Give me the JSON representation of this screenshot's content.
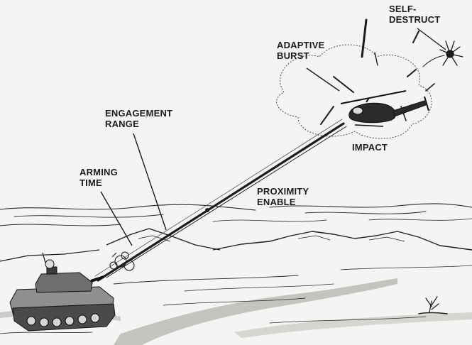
{
  "labels": {
    "self_destruct": [
      "SELF-",
      "DESTRUCT"
    ],
    "adaptive_burst": [
      "ADAPTIVE",
      "BURST"
    ],
    "engagement_range": [
      "ENGAGEMENT",
      "RANGE"
    ],
    "impact": "IMPACT",
    "arming_time": [
      "ARMING",
      "TIME"
    ],
    "proximity_enable": [
      "PROXIMITY",
      "ENABLE"
    ]
  },
  "colors": {
    "ink": "#1c1c1c",
    "paper": "#f4f4f2",
    "shade": "#9a9a98"
  }
}
